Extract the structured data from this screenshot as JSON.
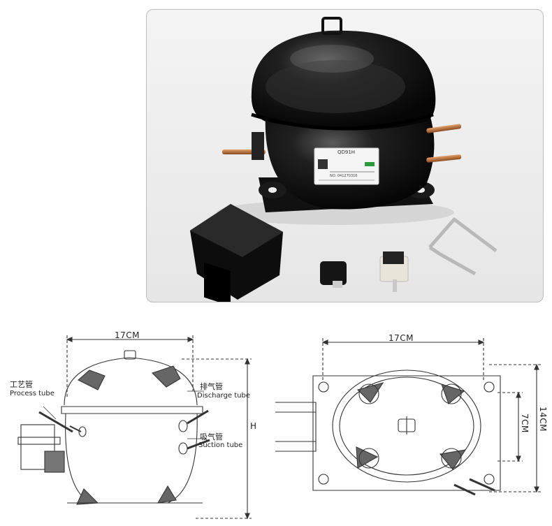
{
  "photo": {
    "label": {
      "model": "QD91H",
      "serial": "NO: 041270316"
    }
  },
  "side_view": {
    "width_dim": "17CM",
    "height_dim": "H",
    "process_tube": {
      "cn": "工艺管",
      "en": "Process tube"
    },
    "discharge_tube": {
      "cn": "排气管",
      "en": "Discharge tube"
    },
    "suction_tube": {
      "cn": "吸气管",
      "en": "Suction tube"
    }
  },
  "top_view": {
    "width_dim": "17CM",
    "depth_dim": "14CM",
    "mount_dim": "7CM"
  }
}
